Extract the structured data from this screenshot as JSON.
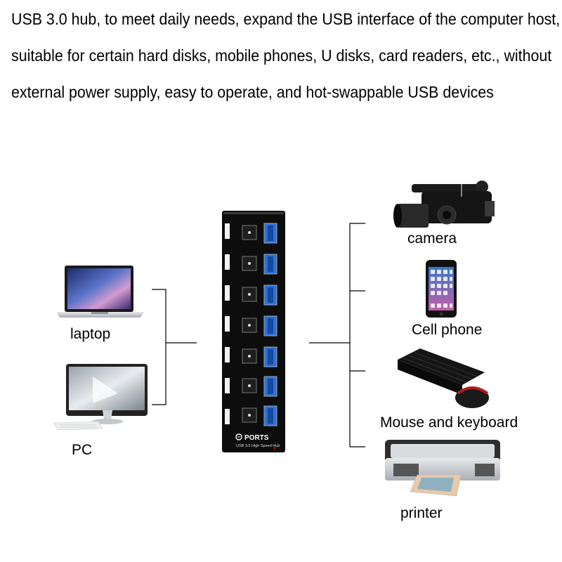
{
  "intro": {
    "line1": "USB 3.0 hub, to meet daily needs, expand the USB interface of the computer host,",
    "line2": "suitable for certain hard disks, mobile phones, U disks, card readers, etc., without",
    "line3": "external power supply, easy to operate, and hot-swappable USB devices"
  },
  "hub": {
    "logo_text": "PORTS",
    "model_text": "USB 3.0 High Speed Hub",
    "port_count": 7
  },
  "left_devices": [
    {
      "label": "laptop",
      "icon": "laptop-icon"
    },
    {
      "label": "PC",
      "icon": "desktop-pc-icon"
    }
  ],
  "right_devices": [
    {
      "label": "camera",
      "icon": "camcorder-icon"
    },
    {
      "label": "Cell phone",
      "icon": "smartphone-icon"
    },
    {
      "label": "Mouse and keyboard",
      "icon": "keyboard-mouse-icon"
    },
    {
      "label": "printer",
      "icon": "printer-icon"
    }
  ],
  "colors": {
    "hub_body": "#0d0d0d",
    "usb_port_blue": "#2f6fd6",
    "connector_line": "#000000"
  }
}
